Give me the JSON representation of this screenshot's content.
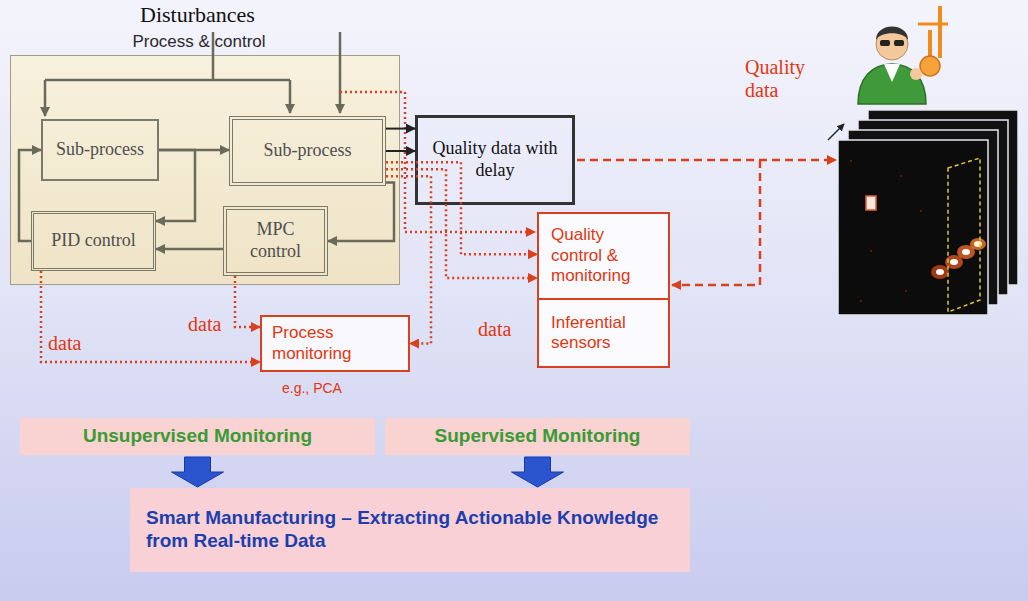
{
  "diagram": {
    "nodes": [
      {
        "text": [
          "Process & control"
        ]
      },
      {
        "text": [
          "Sub-process"
        ],
        "in": 0
      },
      {
        "text": [
          "Sub-process"
        ],
        "in": 0
      },
      {
        "text": [
          "PID control"
        ],
        "in": 0
      },
      {
        "text": [
          "MPC control"
        ],
        "in": 0
      },
      {
        "text": [
          "Quality data with delay"
        ]
      },
      {
        "text": [
          "Quality control & monitoring"
        ]
      },
      {
        "text": [
          "Inferential sensors"
        ]
      },
      {
        "text": [
          "Process monitoring"
        ]
      },
      {
        "text": [
          "Unsupervised Monitoring"
        ]
      },
      {
        "text": [
          "Supervised Monitoring"
        ]
      },
      {
        "text": [
          "Smart Manufacturing – Extracting Actionable Knowledge from Real-time Data"
        ]
      }
    ],
    "edges": [
      {
        "from": 1,
        "to": 2,
        "arrow": "to"
      },
      {
        "from": 1,
        "to": 3,
        "arrow": "to"
      },
      {
        "from": 2,
        "to": 4,
        "arrow": "to"
      },
      {
        "from": 4,
        "to": 3,
        "arrow": "to"
      },
      {
        "from": 3,
        "to": 1,
        "arrow": "to"
      },
      {
        "from": 2,
        "to": 5,
        "arrow": "to"
      },
      {
        "from": 2,
        "to": 5,
        "arrow": "to"
      },
      {
        "from": 2,
        "to": 6,
        "arrow": "to"
      },
      {
        "from": 2,
        "to": 6,
        "arrow": "to"
      },
      {
        "from": 2,
        "to": 8,
        "arrow": "to"
      },
      {
        "from": 3,
        "to": 8,
        "label": "data",
        "arrow": "to"
      },
      {
        "from": 4,
        "to": 8,
        "label": "data",
        "arrow": "to"
      },
      {
        "from": 9,
        "to": 11,
        "arrow": "to"
      },
      {
        "from": 10,
        "to": 11,
        "arrow": "to"
      }
    ],
    "labels": [
      "Disturbances",
      "Quality data",
      "data",
      "e.g., PCA"
    ]
  }
}
